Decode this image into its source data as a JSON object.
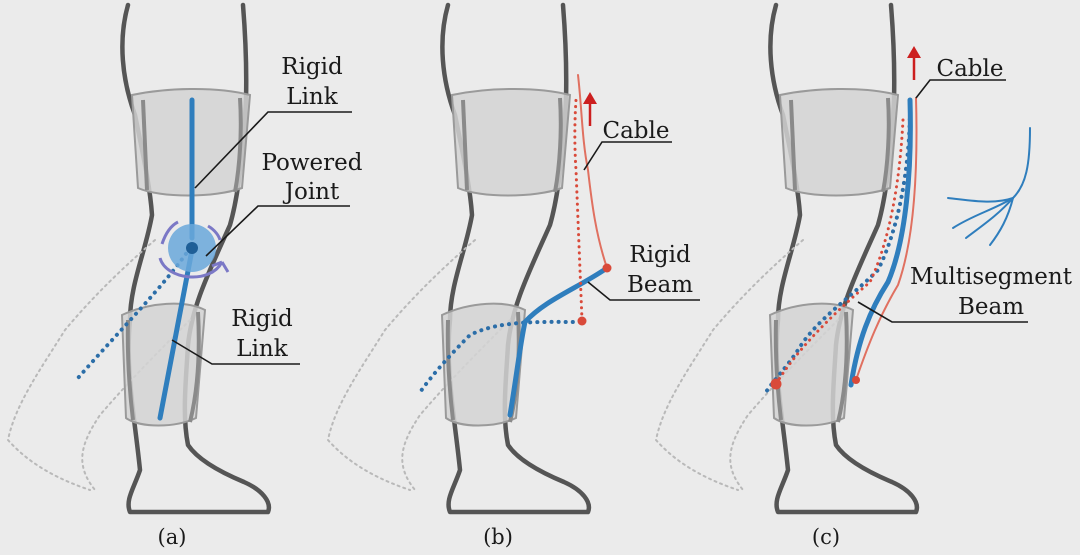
{
  "colors": {
    "background": "#ebebeb",
    "leg_outline": "#555555",
    "cuff_fill": "#d3d3d3",
    "rigid_link": "#2f7ebd",
    "joint_fill": "#6aa8da",
    "joint_arrow": "#7b78c6",
    "cable": "#e07060",
    "cable_arrow": "#cc1f1f"
  },
  "panels": [
    {
      "caption": "(a)",
      "labels": {
        "rigid_link_top": [
          "Rigid",
          "Link"
        ],
        "powered_joint": [
          "Powered",
          "Joint"
        ],
        "rigid_link_bottom": [
          "Rigid",
          "Link"
        ]
      }
    },
    {
      "caption": "(b)",
      "labels": {
        "cable": "Cable",
        "rigid_beam": [
          "Rigid",
          "Beam"
        ]
      }
    },
    {
      "caption": "(c)",
      "labels": {
        "cable": "Cable",
        "multisegment_beam": [
          "Multisegment",
          "Beam"
        ]
      }
    }
  ],
  "icons": {
    "cable_pull": "up-arrow-icon",
    "joint_rotation": "rotation-arrow-icon",
    "beam_inset": "branching-beam-icon"
  }
}
